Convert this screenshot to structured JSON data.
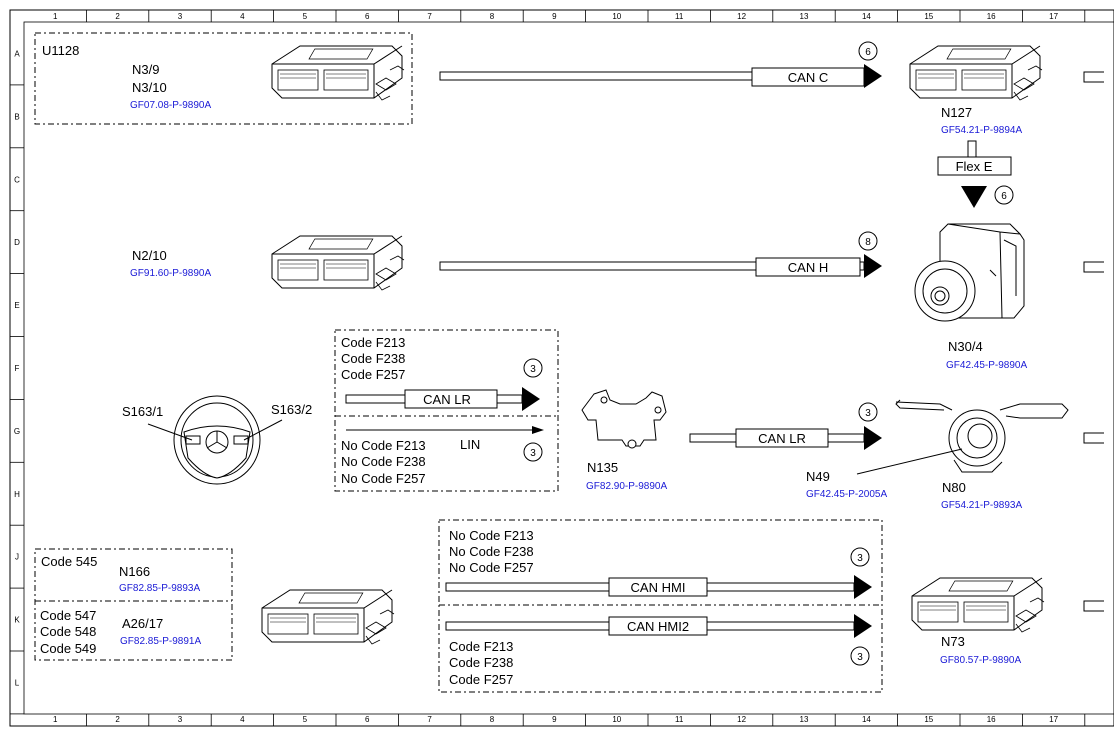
{
  "grid": {
    "columns": [
      "1",
      "2",
      "3",
      "4",
      "5",
      "6",
      "7",
      "8",
      "9",
      "10",
      "11",
      "12",
      "13",
      "14",
      "15",
      "16",
      "17"
    ],
    "rows": [
      "A",
      "B",
      "C",
      "D",
      "E",
      "F",
      "G",
      "H",
      "J",
      "K",
      "L"
    ]
  },
  "groups": {
    "u1128": {
      "title": "U1128"
    },
    "n3": {
      "labels": [
        "N3/9",
        "N3/10"
      ],
      "ref": "GF07.08-P-9890A"
    },
    "n2_10": {
      "label": "N2/10",
      "ref": "GF91.60-P-9890A"
    },
    "steering": {
      "left": "S163/1",
      "right": "S163/2"
    },
    "codes_top": [
      "Code F213",
      "Code F238",
      "Code F257"
    ],
    "codes_no_top": [
      "No Code F213",
      "No Code F238",
      "No Code F257"
    ],
    "lin": "LIN",
    "n135": {
      "label": "N135",
      "ref": "GF82.90-P-9890A"
    },
    "n127": {
      "label": "N127",
      "ref": "GF54.21-P-9894A"
    },
    "n30_4": {
      "label": "N30/4",
      "ref": "GF42.45-P-9890A"
    },
    "n49": {
      "label": "N49",
      "ref": "GF42.45-P-2005A"
    },
    "n80": {
      "label": "N80",
      "ref": "GF54.21-P-9893A"
    },
    "code545": "Code 545",
    "n166": {
      "label": "N166",
      "ref": "GF82.85-P-9893A"
    },
    "codes547": [
      "Code 547",
      "Code 548",
      "Code 549"
    ],
    "a26_17": {
      "label": "A26/17",
      "ref": "GF82.85-P-9891A"
    },
    "codes_no_bottom": [
      "No Code F213",
      "No Code F238",
      "No Code F257"
    ],
    "codes_bottom": [
      "Code F213",
      "Code F238",
      "Code F257"
    ],
    "n73": {
      "label": "N73",
      "ref": "GF80.57-P-9890A"
    }
  },
  "buses": {
    "can_c": {
      "label": "CAN C",
      "num": "6"
    },
    "flex_e": {
      "label": "Flex E",
      "num": "6"
    },
    "can_h": {
      "label": "CAN H",
      "num": "8"
    },
    "can_lr_1": {
      "label": "CAN LR",
      "num": "3"
    },
    "lin_num": "3",
    "can_lr_2": {
      "label": "CAN LR",
      "num": "3"
    },
    "can_hmi": {
      "label": "CAN HMI",
      "num": "3"
    },
    "can_hmi2": {
      "label": "CAN HMI2",
      "num": "3"
    }
  }
}
